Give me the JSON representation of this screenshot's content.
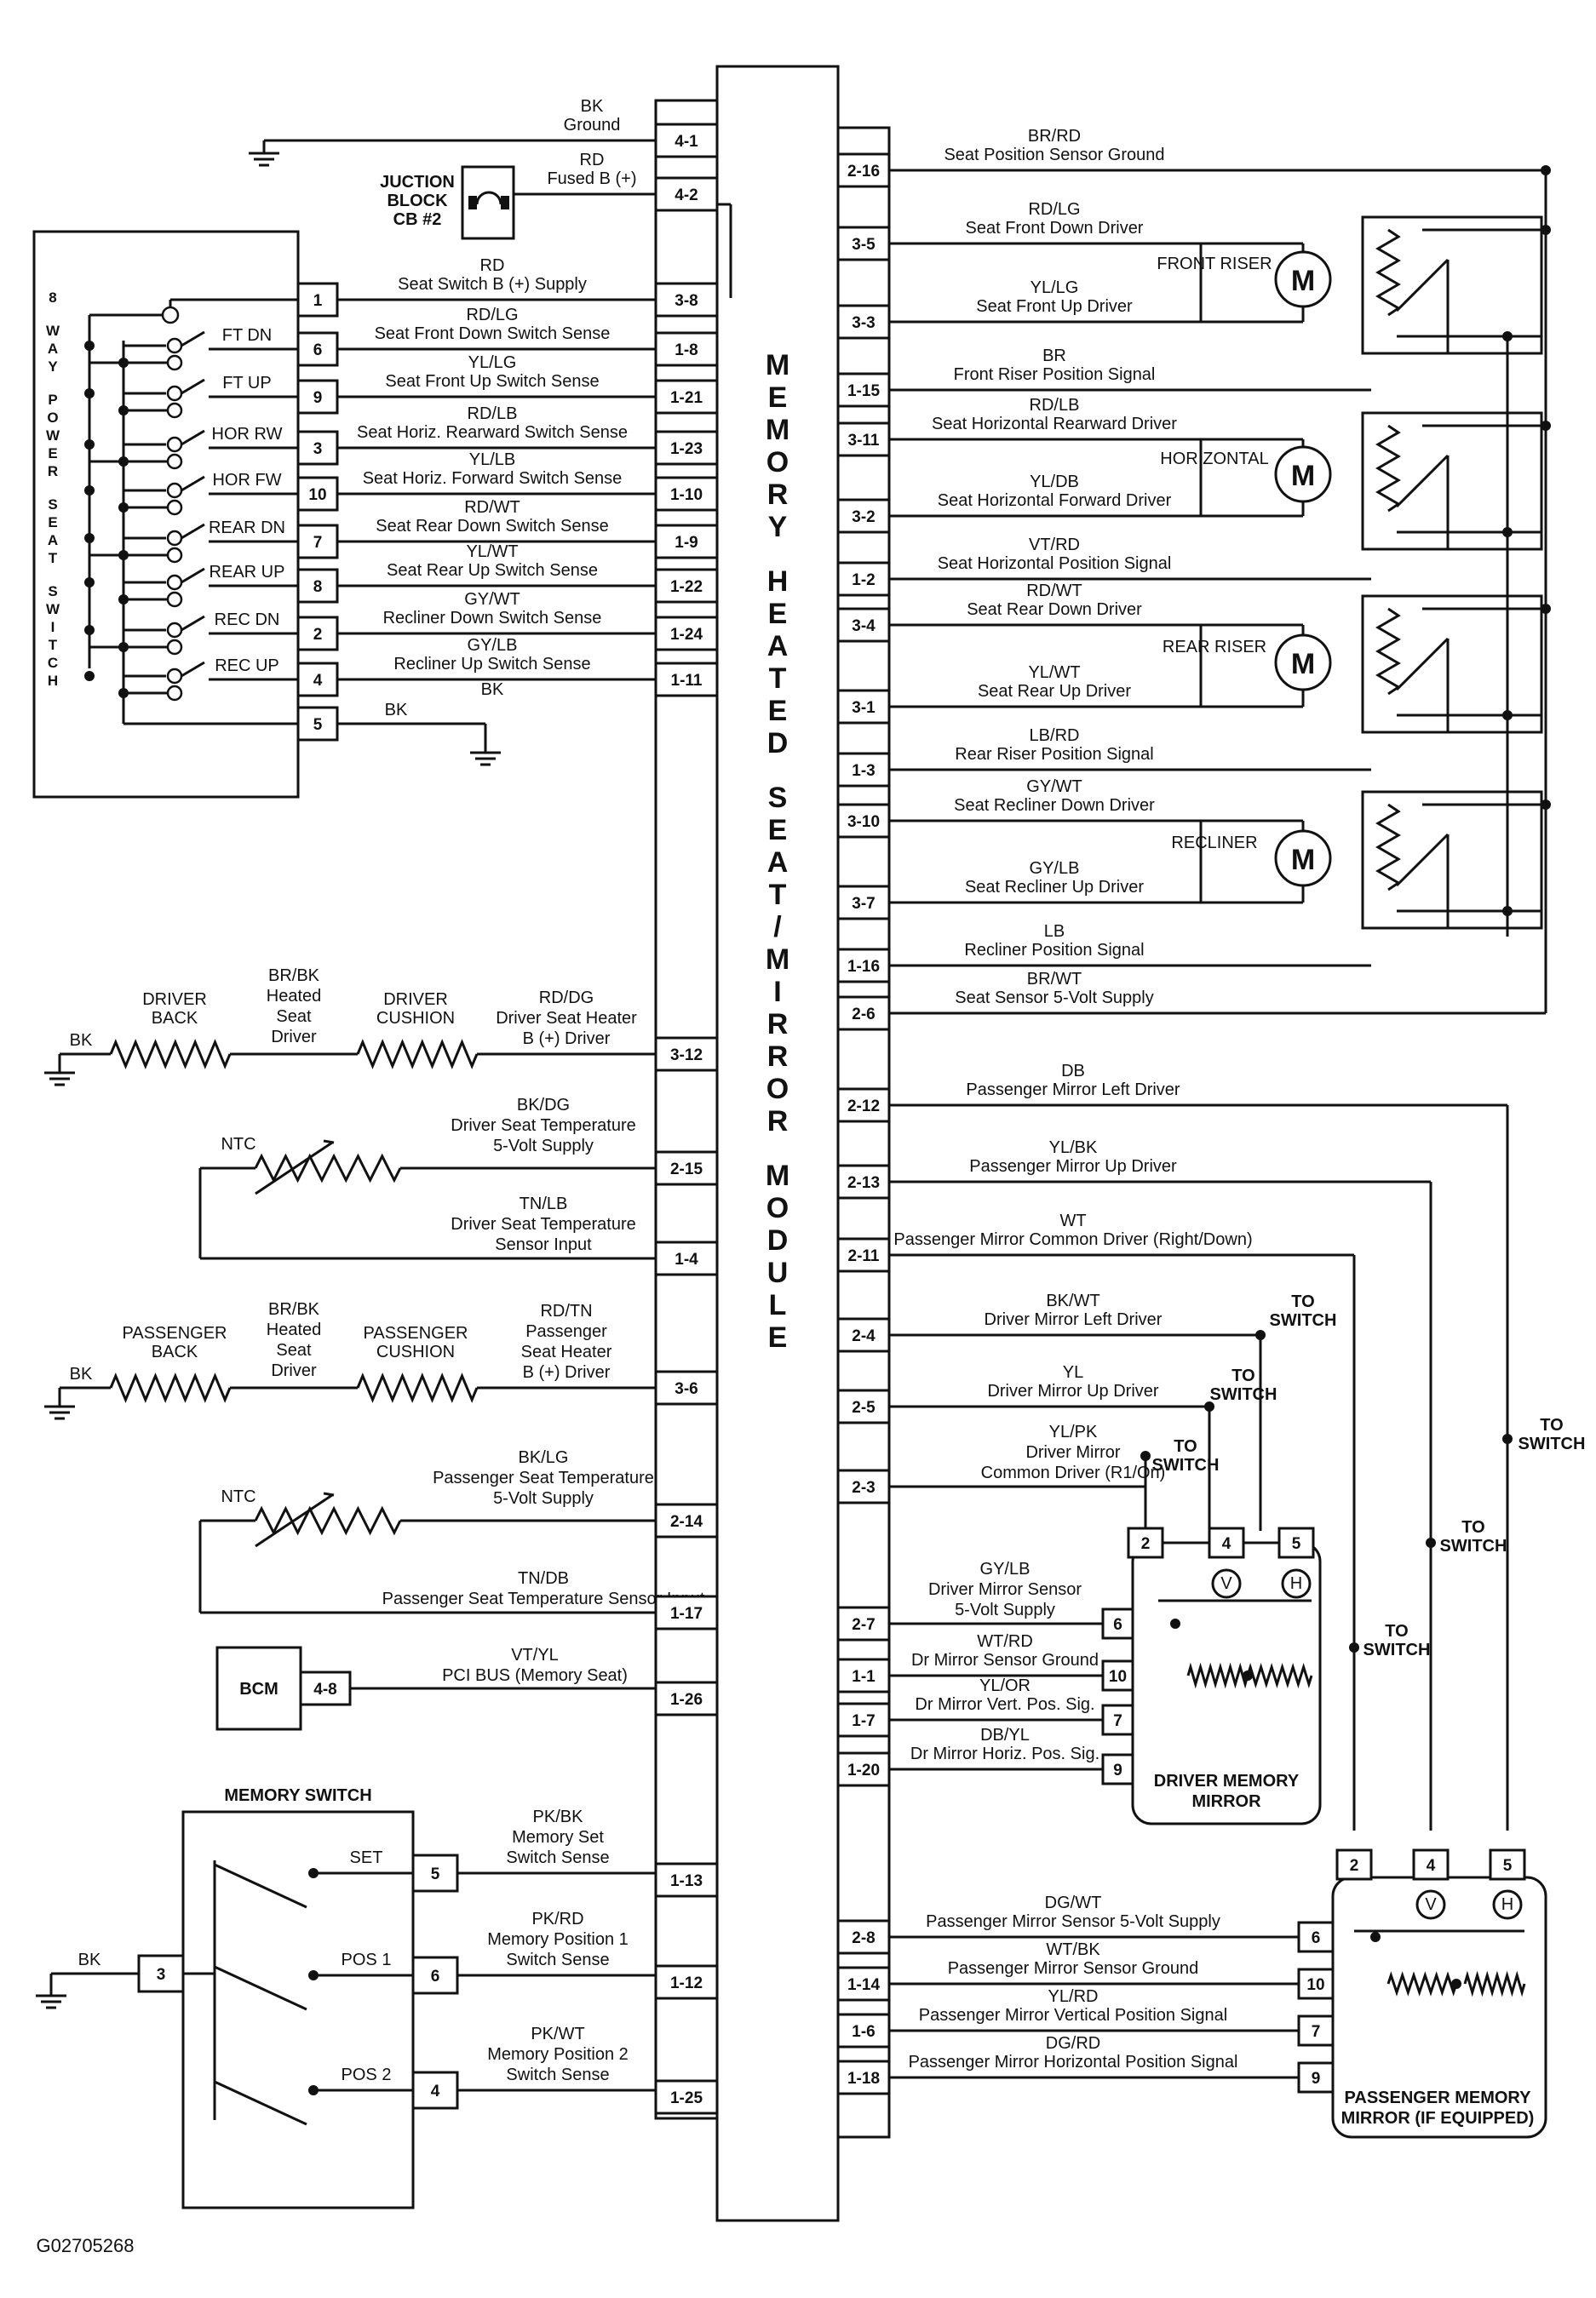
{
  "module": {
    "title": "MEMORY HEATED SEAT/MIRROR MODULE"
  },
  "figure_id": "G02705268",
  "left_wires": [
    {
      "pin": "4-1",
      "color": "BK",
      "desc": "Ground"
    },
    {
      "pin": "4-2",
      "color": "RD",
      "desc": "Fused B (+)"
    },
    {
      "pin": "3-8",
      "color": "RD",
      "desc": "Seat Switch B (+) Supply",
      "sw": "1"
    },
    {
      "pin": "1-8",
      "color": "RD/LG",
      "desc": "Seat Front Down Switch Sense",
      "sw": "6"
    },
    {
      "pin": "1-21",
      "color": "YL/LG",
      "desc": "Seat Front Up Switch Sense",
      "sw": "9"
    },
    {
      "pin": "1-23",
      "color": "RD/LB",
      "desc": "Seat Horiz. Rearward Switch Sense",
      "sw": "3"
    },
    {
      "pin": "1-10",
      "color": "YL/LB",
      "desc": "Seat Horiz. Forward Switch Sense",
      "sw": "10"
    },
    {
      "pin": "1-9",
      "color": "RD/WT",
      "desc": "Seat Rear Down Switch Sense",
      "sw": "7"
    },
    {
      "pin": "1-22",
      "color": "YL/WT",
      "desc": "Seat Rear Up Switch Sense",
      "sw": "8"
    },
    {
      "pin": "1-24",
      "color": "GY/WT",
      "desc": "Recliner Down Switch Sense",
      "sw": "2"
    },
    {
      "pin": "1-11",
      "color": "GY/LB",
      "desc": "Recliner Up Switch Sense",
      "sw": "4"
    },
    {
      "sw": "5",
      "color": "BK"
    }
  ],
  "junction_block": {
    "l1": "JUCTION",
    "l2": "BLOCK",
    "l3": "CB #2"
  },
  "seat_switch": {
    "title": "8 WAY POWER SEAT SWITCH",
    "functions": [
      "FT DN",
      "FT UP",
      "HOR RW",
      "HOR FW",
      "REAR DN",
      "REAR UP",
      "REC DN",
      "REC UP"
    ]
  },
  "right_wires": [
    {
      "pin": "2-16",
      "color": "BR/RD",
      "desc": "Seat Position Sensor Ground"
    },
    {
      "pin": "3-5",
      "color": "RD/LG",
      "desc": "Seat Front Down Driver"
    },
    {
      "pin": "3-3",
      "color": "YL/LG",
      "desc": "Seat Front Up Driver"
    },
    {
      "pin": "1-15",
      "color": "BR",
      "desc": "Front Riser Position Signal"
    },
    {
      "pin": "3-11",
      "color": "RD/LB",
      "desc": "Seat Horizontal Rearward Driver"
    },
    {
      "pin": "3-2",
      "color": "YL/DB",
      "desc": "Seat Horizontal Forward Driver"
    },
    {
      "pin": "1-2",
      "color": "VT/RD",
      "desc": "Seat Horizontal Position Signal"
    },
    {
      "pin": "3-4",
      "color": "RD/WT",
      "desc": "Seat Rear Down Driver"
    },
    {
      "pin": "3-1",
      "color": "YL/WT",
      "desc": "Seat Rear Up Driver"
    },
    {
      "pin": "1-3",
      "color": "LB/RD",
      "desc": "Rear Riser Position Signal"
    },
    {
      "pin": "3-10",
      "color": "GY/WT",
      "desc": "Seat Recliner Down Driver"
    },
    {
      "pin": "3-7",
      "color": "GY/LB",
      "desc": "Seat Recliner Up Driver"
    },
    {
      "pin": "1-16",
      "color": "LB",
      "desc": "Recliner Position Signal"
    },
    {
      "pin": "2-6",
      "color": "BR/WT",
      "desc": "Seat Sensor 5-Volt Supply"
    }
  ],
  "motors": [
    "FRONT RISER",
    "HORIZONTAL",
    "REAR RISER",
    "RECLINER"
  ],
  "motor_symbol": "M",
  "heaters": {
    "driver": {
      "back": [
        "DRIVER",
        "BACK"
      ],
      "mid": [
        "BR/BK",
        "Heated",
        "Seat",
        "Driver"
      ],
      "cushion": [
        "DRIVER",
        "CUSHION"
      ],
      "wire": [
        "RD/DG",
        "Driver Seat Heater",
        "B (+) Driver"
      ],
      "pin": "3-12",
      "gnd": "BK"
    },
    "driver_ntc": {
      "label": "NTC",
      "supply": [
        "BK/DG",
        "Driver Seat Temperature",
        "5-Volt Supply"
      ],
      "pin1": "2-15",
      "sense": [
        "TN/LB",
        "Driver Seat Temperature",
        "Sensor Input"
      ],
      "pin2": "1-4"
    },
    "pass": {
      "back": [
        "PASSENGER",
        "BACK"
      ],
      "mid": [
        "BR/BK",
        "Heated",
        "Seat",
        "Driver"
      ],
      "cushion": [
        "PASSENGER",
        "CUSHION"
      ],
      "wire": [
        "RD/TN",
        "Passenger",
        "Seat Heater",
        "B (+) Driver"
      ],
      "pin": "3-6",
      "gnd": "BK"
    },
    "pass_ntc": {
      "label": "NTC",
      "supply": [
        "BK/LG",
        "Passenger Seat Temperature",
        "5-Volt Supply"
      ],
      "pin1": "2-14",
      "sense": [
        "TN/DB",
        "Passenger Seat Temperature Sensor Input"
      ],
      "pin2": "1-17"
    }
  },
  "bcm": {
    "label": "BCM",
    "pin": "4-8",
    "wire": [
      "VT/YL",
      "PCI BUS (Memory Seat)"
    ],
    "mpin": "1-26"
  },
  "memory_switch": {
    "title": "MEMORY SWITCH",
    "common_pin": "3",
    "gnd": "BK",
    "rows": [
      {
        "label": "SET",
        "pin": "5",
        "wire": [
          "PK/BK",
          "Memory Set",
          "Switch Sense"
        ],
        "mpin": "1-13"
      },
      {
        "label": "POS 1",
        "pin": "6",
        "wire": [
          "PK/RD",
          "Memory Position 1",
          "Switch Sense"
        ],
        "mpin": "1-12"
      },
      {
        "label": "POS 2",
        "pin": "4",
        "wire": [
          "PK/WT",
          "Memory Position 2",
          "Switch Sense"
        ],
        "mpin": "1-25"
      }
    ]
  },
  "mirror_wires": [
    {
      "pin": "2-12",
      "color": "DB",
      "desc": "Passenger Mirror Left Driver"
    },
    {
      "pin": "2-13",
      "color": "YL/BK",
      "desc": "Passenger Mirror Up Driver"
    },
    {
      "pin": "2-11",
      "color": "WT",
      "desc": "Passenger Mirror Common Driver (Right/Down)"
    },
    {
      "pin": "2-4",
      "color": "BK/WT",
      "desc": "Driver Mirror Left Driver"
    },
    {
      "pin": "2-5",
      "color": "YL",
      "desc": "Driver Mirror Up Driver"
    },
    {
      "pin": "2-3",
      "color": "YL/PK",
      "desc": "Driver Mirror Common Driver (R1/On)",
      "desc_lines": [
        "Driver Mirror",
        "Common Driver (R1/On)"
      ]
    },
    {
      "pin": "2-7",
      "color": "GY/LB",
      "desc_lines": [
        "Driver Mirror Sensor",
        "5-Volt Supply"
      ],
      "mp": "6"
    },
    {
      "pin": "1-1",
      "color": "WT/RD",
      "desc": "Dr Mirror Sensor Ground",
      "mp": "10"
    },
    {
      "pin": "1-7",
      "color": "YL/OR",
      "desc": "Dr Mirror Vert. Pos. Sig.",
      "mp": "7"
    },
    {
      "pin": "1-20",
      "color": "DB/YL",
      "desc": "Dr Mirror Horiz. Pos. Sig.",
      "mp": "9"
    },
    {
      "pin": "2-8",
      "color": "DG/WT",
      "desc": "Passenger Mirror Sensor 5-Volt Supply",
      "mp": "6"
    },
    {
      "pin": "1-14",
      "color": "WT/BK",
      "desc": "Passenger Mirror Sensor Ground",
      "mp": "10"
    },
    {
      "pin": "1-6",
      "color": "YL/RD",
      "desc": "Passenger Mirror Vertical Position Signal",
      "mp": "7"
    },
    {
      "pin": "1-18",
      "color": "DG/RD",
      "desc": "Passenger Mirror Horizontal Position Signal",
      "mp": "9"
    }
  ],
  "to_switch": [
    "TO",
    "SWITCH"
  ],
  "driver_mirror": {
    "title": [
      "DRIVER MEMORY",
      "MIRROR"
    ],
    "pins": [
      "2",
      "4",
      "5"
    ],
    "v": "V",
    "h": "H"
  },
  "pass_mirror": {
    "title": [
      "PASSENGER MEMORY",
      "MIRROR (IF EQUIPPED)"
    ],
    "pins": [
      "2",
      "4",
      "5"
    ],
    "v": "V",
    "h": "H"
  }
}
